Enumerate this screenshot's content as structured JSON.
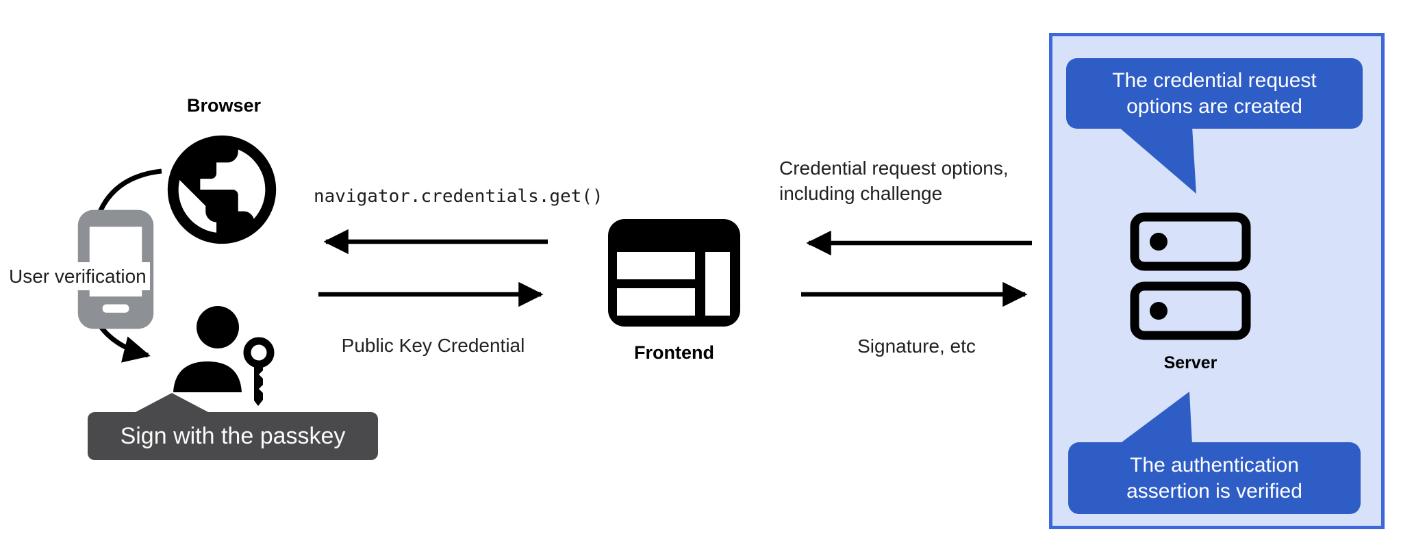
{
  "diagram_title_semantic": "passkey-authentication-flow",
  "browser": {
    "label": "Browser",
    "user_verification_label": "User verification",
    "passkey_tooltip": "Sign with the passkey"
  },
  "frontend": {
    "label": "Frontend",
    "call_to_browser_label": "navigator.credentials.get()",
    "return_from_browser_label": "Public Key Credential"
  },
  "server": {
    "label": "Server",
    "to_frontend_label_lines": [
      "Credential request options,",
      "including challenge"
    ],
    "from_frontend_label": "Signature, etc",
    "bubble_top_lines": [
      "The credential request",
      "options are created"
    ],
    "bubble_bottom_lines": [
      "The authentication",
      "assertion is verified"
    ]
  },
  "icons": {
    "browser": "globe-icon",
    "user_verification": "smartphone-icon",
    "passkey_user": "person-with-key-icon",
    "frontend": "browser-window-icon",
    "server": "server-stack-icon"
  },
  "colors": {
    "bubble_blue": "#2e5dc6",
    "server_box_fill": "#d7e2fa",
    "server_box_border": "#3e68d9",
    "tooltip_gray": "#4a4a4c",
    "phone_gray": "#8d9196",
    "ink": "#000000"
  }
}
